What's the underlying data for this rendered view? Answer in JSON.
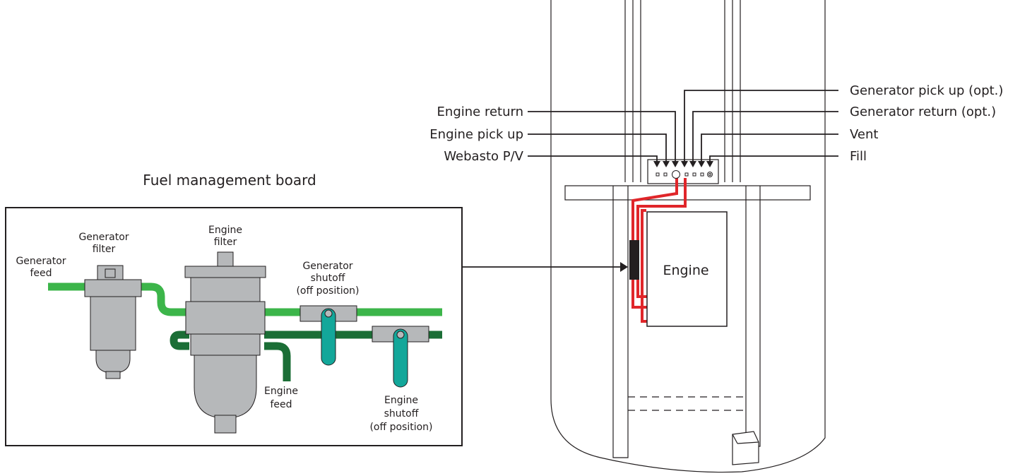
{
  "title": "Fuel management board",
  "board_labels": {
    "generator_feed": [
      "Generator",
      "feed"
    ],
    "generator_filter": [
      "Generator",
      "filter"
    ],
    "engine_filter": [
      "Engine",
      "filter"
    ],
    "generator_shutoff": [
      "Generator",
      "shutoff",
      "(off position)"
    ],
    "engine_feed": [
      "Engine",
      "feed"
    ],
    "engine_shutoff": [
      "Engine",
      "shutoff",
      "(off position)"
    ]
  },
  "left_callouts": [
    "Engine return",
    "Engine pick up",
    "Webasto P/V"
  ],
  "right_callouts": [
    "Generator pick up (opt.)",
    "Generator return (opt.)",
    "Vent",
    "Fill"
  ],
  "engine_label": "Engine",
  "colors": {
    "generator_line": "#3cb54a",
    "engine_line": "#1b6e36",
    "fuel_line_red": "#e0262a",
    "filter_gray": "#b6b8ba",
    "valve_teal": "#13a79a",
    "outline": "#231f20"
  }
}
